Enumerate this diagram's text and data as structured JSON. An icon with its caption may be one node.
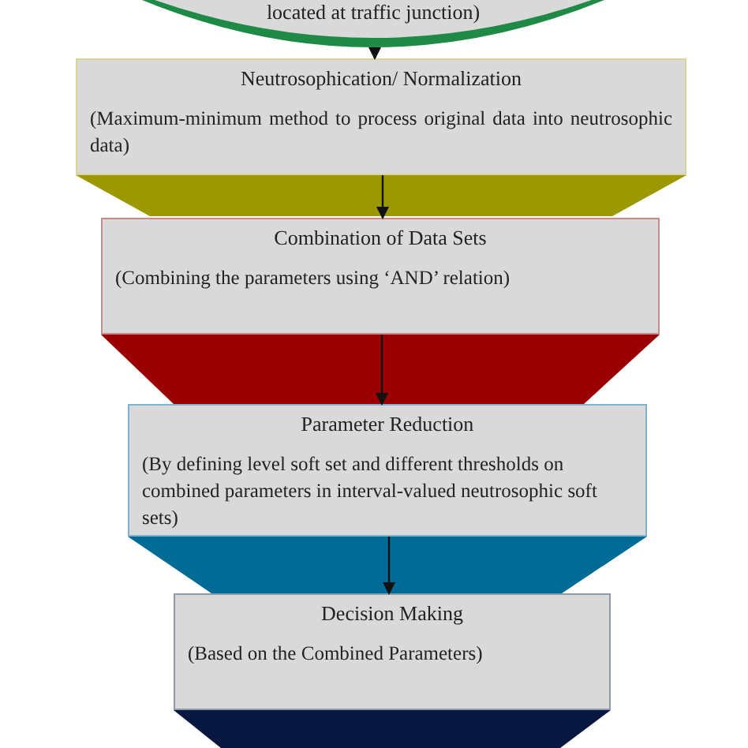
{
  "diagram": {
    "nodes": [
      {
        "text": [
          "located at traffic junction)"
        ]
      },
      {
        "text": [
          "Neutrosophication/ Normalization",
          "(Maximum-minimum method to process original data into neutrosophic data)"
        ]
      },
      {
        "text": [
          "Combination of Data Sets",
          "(Combining the parameters using ‘AND’ relation)"
        ]
      },
      {
        "text": [
          "Parameter Reduction",
          "(By defining level soft set and different thresholds on combined parameters in interval-valued neutrosophic soft sets)"
        ]
      },
      {
        "text": [
          "Decision Making",
          "(Based on the Combined Parameters)"
        ]
      }
    ],
    "edges": [
      {
        "from": 0,
        "to": 1,
        "arrow": "to"
      },
      {
        "from": 1,
        "to": 2,
        "arrow": "to"
      },
      {
        "from": 2,
        "to": 3,
        "arrow": "to"
      },
      {
        "from": 3,
        "to": 4,
        "arrow": "to"
      }
    ]
  }
}
